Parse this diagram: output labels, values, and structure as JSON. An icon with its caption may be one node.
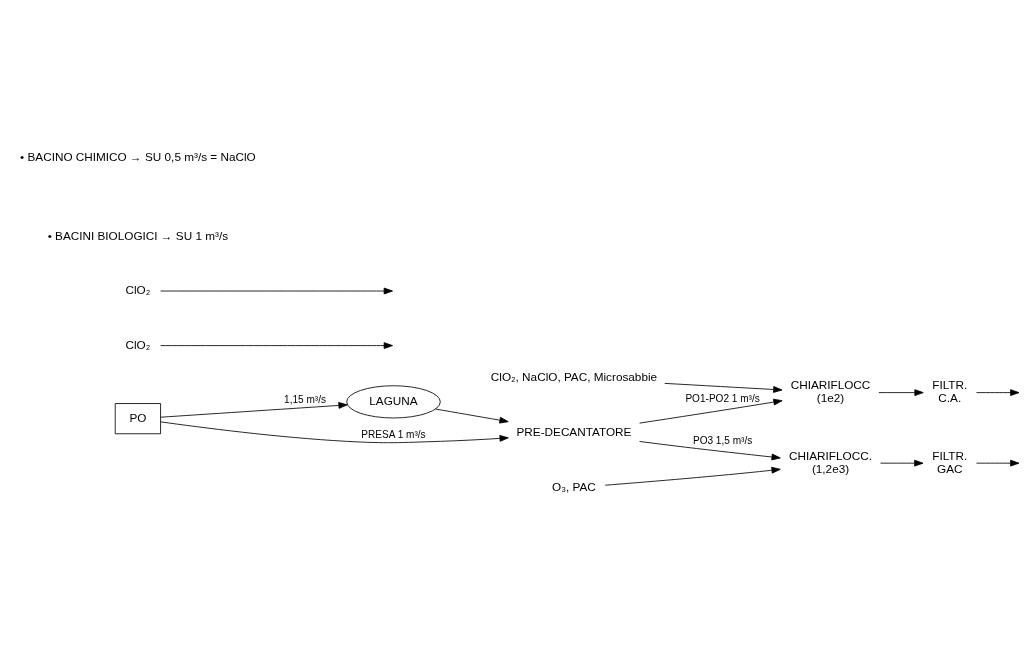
{
  "diagram": {
    "nodes": [
      {
        "text": [
          "LAGUNA"
        ]
      },
      {
        "text": [
          "PO"
        ]
      },
      {
        "text": [
          "PRE-DECANTATORE"
        ]
      },
      {
        "text": [
          "ClO₂, NaClO, PAC, Microsabbie"
        ]
      },
      {
        "text": [
          "CHIARIFLOCC",
          "(1e2)"
        ]
      },
      {
        "text": [
          "FILTR.",
          "C.A."
        ]
      },
      {
        "text": [
          "ClO₂"
        ]
      },
      {
        "text": [
          "CHIARIFLOCC.",
          "(1,2e3)"
        ]
      },
      {
        "text": [
          "FILTR.",
          "GAC"
        ]
      },
      {
        "text": [
          "ClO₂"
        ]
      },
      {
        "text": [
          "O₃, PAC"
        ]
      }
    ],
    "edges": [
      {
        "from": 1,
        "to": 0,
        "arrow": "to",
        "label": "1,15 m³/s"
      },
      {
        "from": 0,
        "to": 2,
        "arrow": "to"
      },
      {
        "from": 1,
        "to": 2,
        "arrow": "to",
        "label": "PRESA 1 m³/s"
      },
      {
        "from": 2,
        "to": 4,
        "arrow": "to",
        "label": "PO1-PO2 1 m³/s"
      },
      {
        "from": 2,
        "to": 7,
        "arrow": "to",
        "label": "PO3 1,5 m³/s"
      },
      {
        "from": 3,
        "to": 4,
        "arrow": "to"
      },
      {
        "from": 4,
        "to": 5,
        "arrow": "to"
      },
      {
        "from": 5,
        "to": null,
        "arrow": "to"
      },
      {
        "from": 6,
        "to": null,
        "arrow": "to"
      },
      {
        "from": 7,
        "to": 8,
        "arrow": "to"
      },
      {
        "from": 8,
        "to": null,
        "arrow": "to"
      },
      {
        "from": 9,
        "to": null,
        "arrow": "to"
      },
      {
        "from": 10,
        "to": 7,
        "arrow": "to"
      }
    ],
    "labels": [
      "• BACINO CHIMICO → SU 0,5 m³/s = NaClO",
      "• BACINI BIOLOGICI → SU 1 m³/s"
    ]
  }
}
